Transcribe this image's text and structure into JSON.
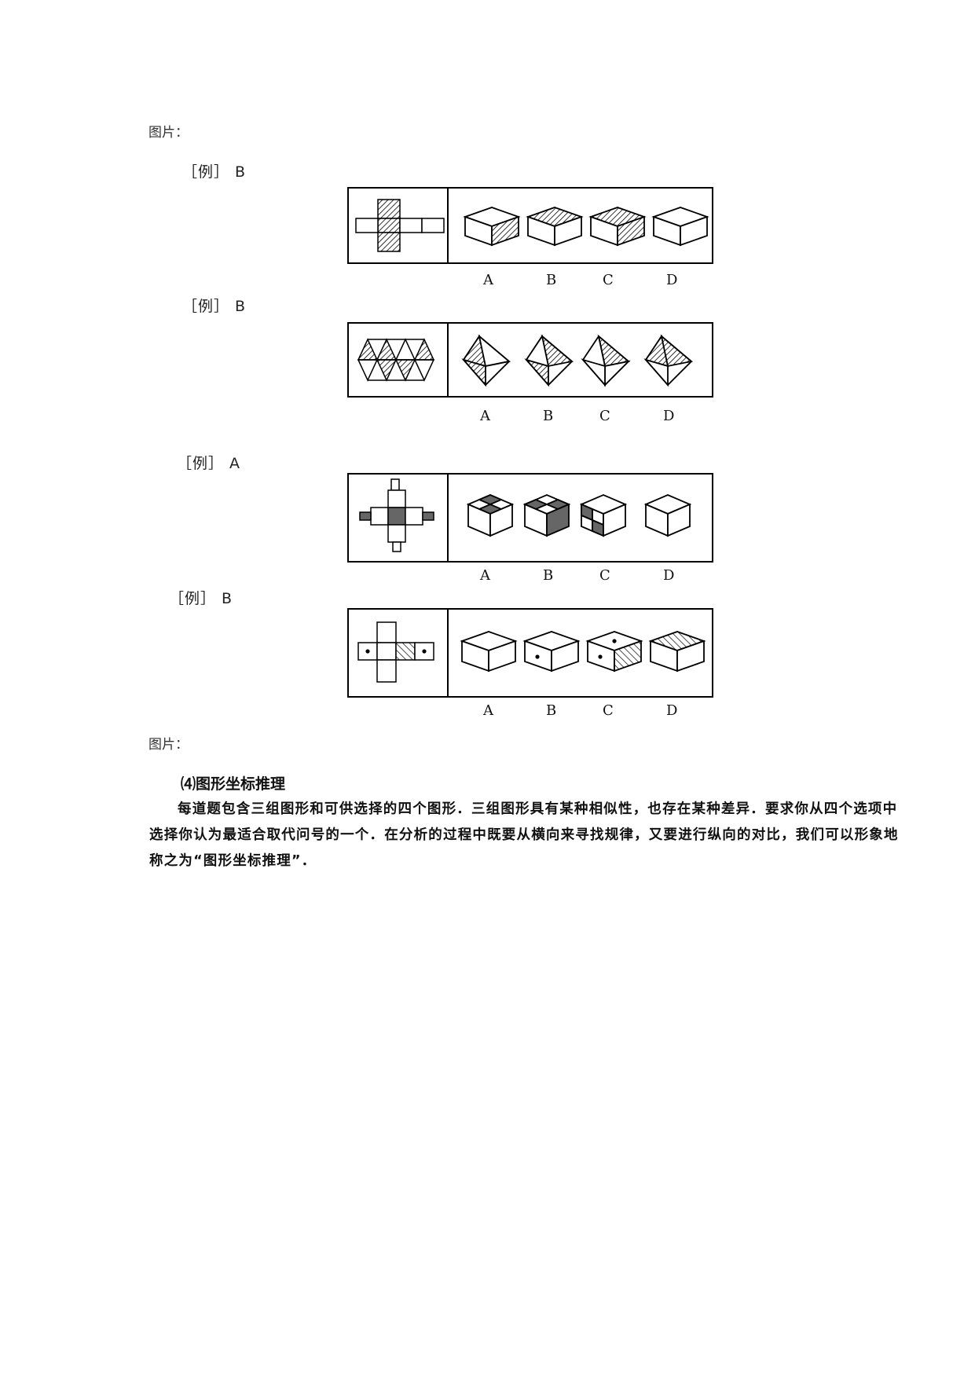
{
  "picture_label_top": "图片：",
  "picture_label_bottom": "图片：",
  "examples": [
    {
      "label": "［例］ B",
      "options": [
        "A",
        "B",
        "C",
        "D"
      ]
    },
    {
      "label": "［例］ B",
      "options": [
        "A",
        "B",
        "C",
        "D"
      ]
    },
    {
      "label": "［例］ A",
      "options": [
        "A",
        "B",
        "C",
        "D"
      ]
    },
    {
      "label": "［例］ B",
      "options": [
        "A",
        "B",
        "C",
        "D"
      ]
    }
  ],
  "section": {
    "title": "⑷图形坐标推理",
    "paragraph": "每道题包含三组图形和可供选择的四个图形．三组图形具有某种相似性，也存在某种差异．要求你从四个选项中选择你认为最适合取代问号的一个．在分析的过程中既要从横向来寻找规律，又要进行纵向的对比，我们可以形象地称之为“图形坐标推理”．"
  }
}
